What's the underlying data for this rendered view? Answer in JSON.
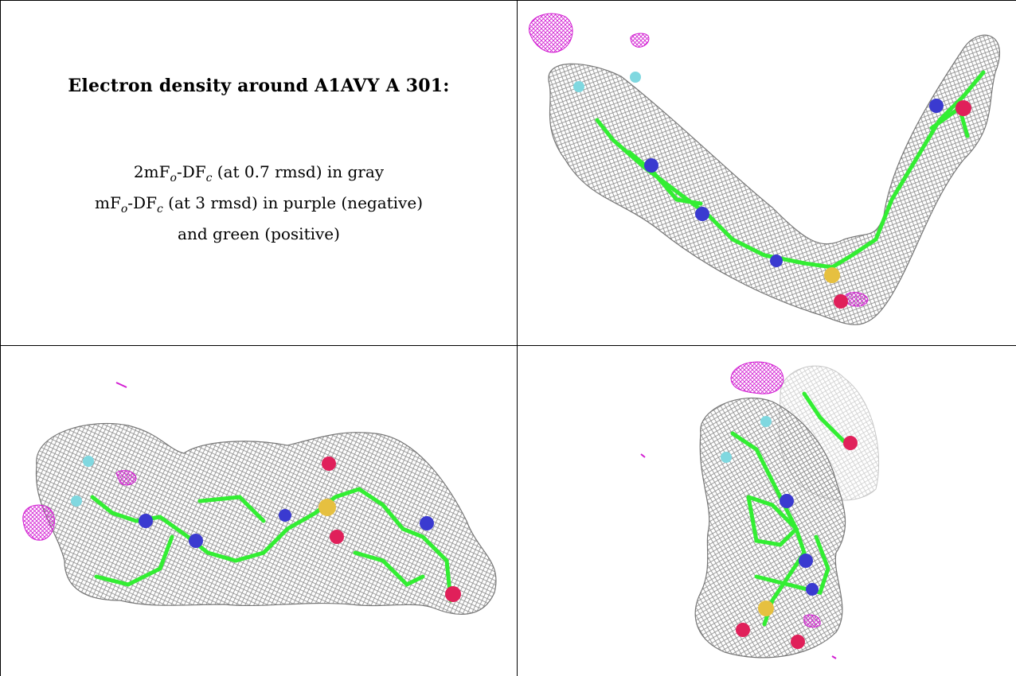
{
  "caption": {
    "title": "Electron density around A1AVY A 301:",
    "line1": {
      "a": "2mF",
      "a_sub": "o",
      "b": "-DF",
      "b_sub": "c",
      "rest": " (at 0.7 rmsd) in gray"
    },
    "line2": {
      "a": "mF",
      "a_sub": "o",
      "b": "-DF",
      "b_sub": "c",
      "rest": " (at 3 rmsd) in purple (negative)"
    },
    "line3": "and green (positive)"
  },
  "colors": {
    "mesh_gray": "#8c8c8c",
    "mesh_purple": "#d21ed2",
    "bond_green": "#33ee33",
    "nitrogen": "#3a3ad0",
    "sulfur": "#e6c040",
    "oxygen": "#e0205a",
    "fluorine": "#80d8e0"
  }
}
